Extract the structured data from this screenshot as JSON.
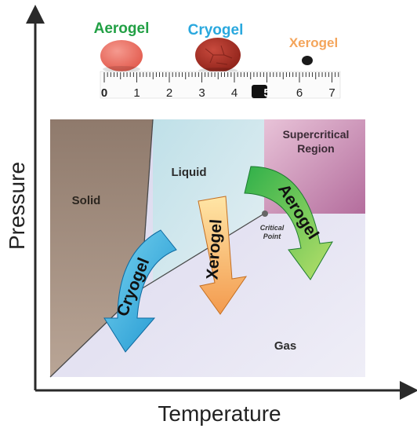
{
  "axes": {
    "y_label": "Pressure",
    "x_label": "Temperature"
  },
  "samples": [
    {
      "name": "Aerogel",
      "color": "#22a045",
      "disc_color": "#ec6f63"
    },
    {
      "name": "Cryogel",
      "color": "#2aa8de",
      "disc_color": "#b3352c"
    },
    {
      "name": "Xerogel",
      "color": "#f4a55b",
      "disc_color": "#1a1a1a"
    }
  ],
  "ruler": {
    "numbers": [
      "0",
      "1",
      "2",
      "3",
      "4",
      "5",
      "6",
      "7"
    ],
    "highlighted": "5"
  },
  "regions": {
    "solid": "Solid",
    "liquid": "Liquid",
    "gas": "Gas",
    "supercritical_line1": "Supercritical",
    "supercritical_line2": "Region"
  },
  "critical_point": {
    "line1": "Critical",
    "line2": "Point"
  },
  "arrows": {
    "cryogel": "Cryogel",
    "xerogel": "Xerogel",
    "aerogel": "Aerogel"
  },
  "colors": {
    "solid": "#a18b7a",
    "liquid": "#c9e3ea",
    "gas": "#dcdaee",
    "supercritical": "#b87aa6",
    "axis": "#2a2a2a"
  }
}
